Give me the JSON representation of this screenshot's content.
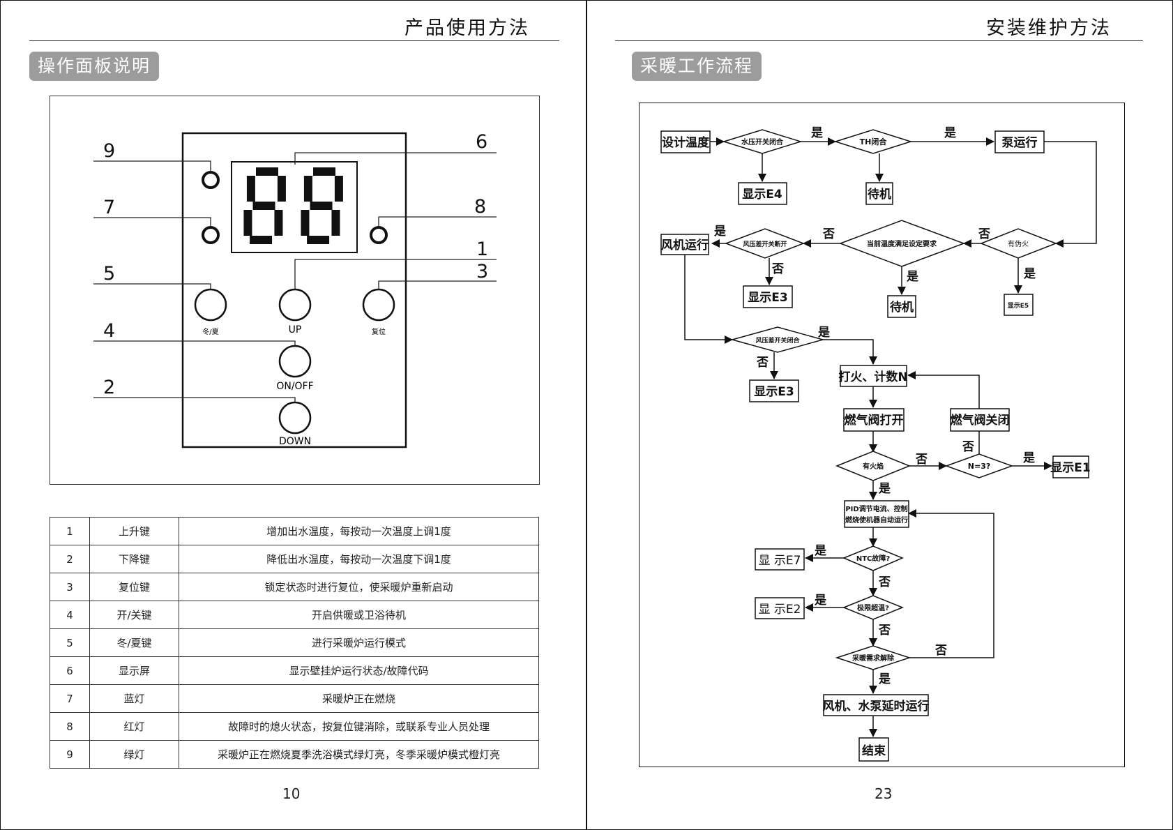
{
  "left_page": {
    "header": "产品使用方法",
    "section_title": "操作面板说明",
    "page_number": "10",
    "panel": {
      "display_digits": "88",
      "button_labels": {
        "winter_summer": "冬/夏",
        "up": "UP",
        "reset": "复位",
        "on_off": "ON/OFF",
        "down": "DOWN"
      },
      "callouts": [
        "9",
        "7",
        "5",
        "4",
        "2",
        "6",
        "8",
        "1",
        "3"
      ]
    },
    "table": [
      {
        "no": "1",
        "name": "上升键",
        "desc": "增加出水温度，每按动一次温度上调1度"
      },
      {
        "no": "2",
        "name": "下降键",
        "desc": "降低出水温度，每按动一次温度下调1度"
      },
      {
        "no": "3",
        "name": "复位键",
        "desc": "锁定状态时进行复位，使采暖炉重新启动"
      },
      {
        "no": "4",
        "name": "开/关键",
        "desc": "开启供暖或卫浴待机"
      },
      {
        "no": "5",
        "name": "冬/夏键",
        "desc": "进行采暖炉运行模式"
      },
      {
        "no": "6",
        "name": "显示屏",
        "desc": "显示壁挂炉运行状态/故障代码"
      },
      {
        "no": "7",
        "name": "蓝灯",
        "desc": "采暖炉正在燃烧"
      },
      {
        "no": "8",
        "name": "红灯",
        "desc": "故障时的熄火状态，按复位键消除，或联系专业人员处理"
      },
      {
        "no": "9",
        "name": "绿灯",
        "desc": "采暖炉正在燃烧夏季洗浴模式绿灯亮，冬季采暖炉模式橙灯亮"
      }
    ]
  },
  "right_page": {
    "header": "安装维护方法",
    "section_title": "采暖工作流程",
    "page_number": "23",
    "flow": {
      "design_temp": "设计温度",
      "water_pressure": "水压开关闭合",
      "th_closed": "TH闭合",
      "pump_run": "泵运行",
      "show_e4": "显示E4",
      "standby1": "待机",
      "false_fire": "有伪火",
      "temp_ok": "当前温度满足设定要求",
      "fan_diff_open": "风压差开关断开",
      "fan_run": "风机运行",
      "show_e3_a": "显示E3",
      "standby2": "待机",
      "show_e5": "显示E5",
      "fan_diff_closed": "风压差开关闭合",
      "show_e3_b": "显示E3",
      "ignite": "打火、计数N",
      "gas_open": "燃气阀打开",
      "gas_close": "燃气阀关闭",
      "has_flame": "有火焰",
      "n_eq_3": "N=3?",
      "show_e1": "显示E1",
      "pid_line1": "PID调节电流、控制",
      "pid_line2": "燃烧使机器自动运行",
      "ntc_fault": "NTC故障?",
      "show_e7": "显 示E7",
      "over_temp": "极限超温?",
      "show_e2": "显 示E2",
      "heat_release": "采暖需求解除",
      "delay_run": "风机、水泵延时运行",
      "end": "结束",
      "yes": "是",
      "no": "否"
    }
  }
}
